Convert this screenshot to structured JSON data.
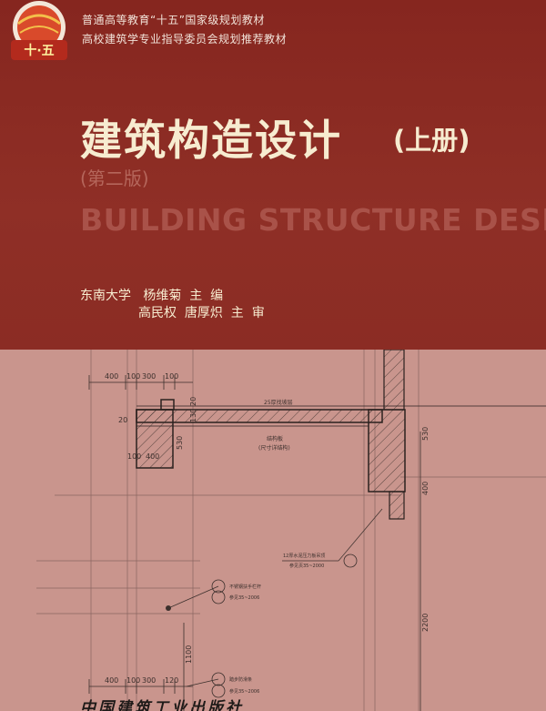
{
  "series": {
    "line1": "普通高等教育“十五”国家级规划教材",
    "line2": "高校建筑学专业指导委员会规划推荐教材"
  },
  "logo": {
    "icon": "five-year-plan-logo-icon",
    "text": "十·五"
  },
  "book": {
    "title": "建筑构造设计",
    "volume": "(上册)",
    "edition": "(第二版)",
    "english_title": "BUILDING STRUCTURE DESIGN"
  },
  "authors": {
    "line1": "东南大学   杨维菊  主  编",
    "line2": "高民权  唐厚炽  主  审"
  },
  "drawing": {
    "dims_top": [
      "400",
      "100",
      "300",
      "100"
    ],
    "dims_bottom": [
      "400",
      "100",
      "300",
      "120"
    ],
    "dim_20": "20",
    "dim_100": "100",
    "dim_400": "400",
    "dim_vertical": [
      "20",
      "130",
      "530",
      "1100",
      "2200",
      "400"
    ],
    "label_ledge": "25厚找坡层",
    "label_structure": "结构板",
    "label_structure_note": "(尺寸详结构)",
    "callout1_text": "12厚水泥压力板吊顶",
    "callout1_ref": "参见页35~2000",
    "callout2_text": "不锈钢扶手栏杆",
    "callout2_ref": "参见35~2006",
    "callout3_text": "踏步防滑条",
    "callout3_ref": "参见35~2006"
  },
  "publisher": "中国建筑工业出版社",
  "colors": {
    "top_band": "#8a2a22",
    "paper": "#c9958d",
    "title": "#f7ecd0"
  }
}
